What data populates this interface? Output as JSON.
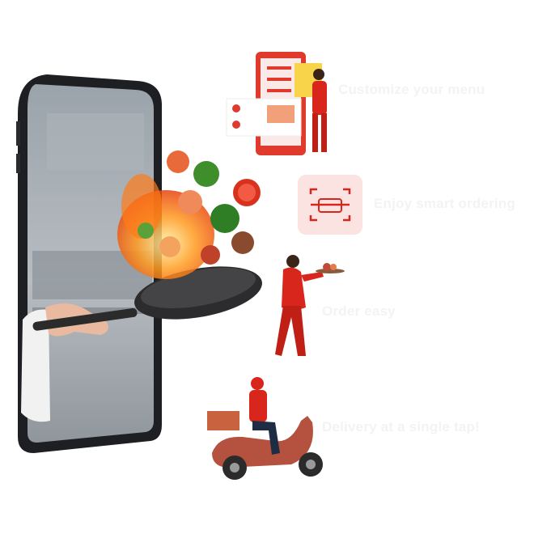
{
  "features": [
    {
      "label": "Customize your menu",
      "icon": "menu-phone-icon"
    },
    {
      "label": "Enjoy smart ordering",
      "icon": "scan-icon"
    },
    {
      "label": "Order easy",
      "icon": "waiter-icon"
    },
    {
      "label": "Delivery at a single tap!",
      "icon": "scooter-icon"
    }
  ],
  "colors": {
    "accent": "#d9261c",
    "scan_tile": "#fbe3e1",
    "label": "#f3f3f3",
    "scooter": "#b5513f"
  }
}
